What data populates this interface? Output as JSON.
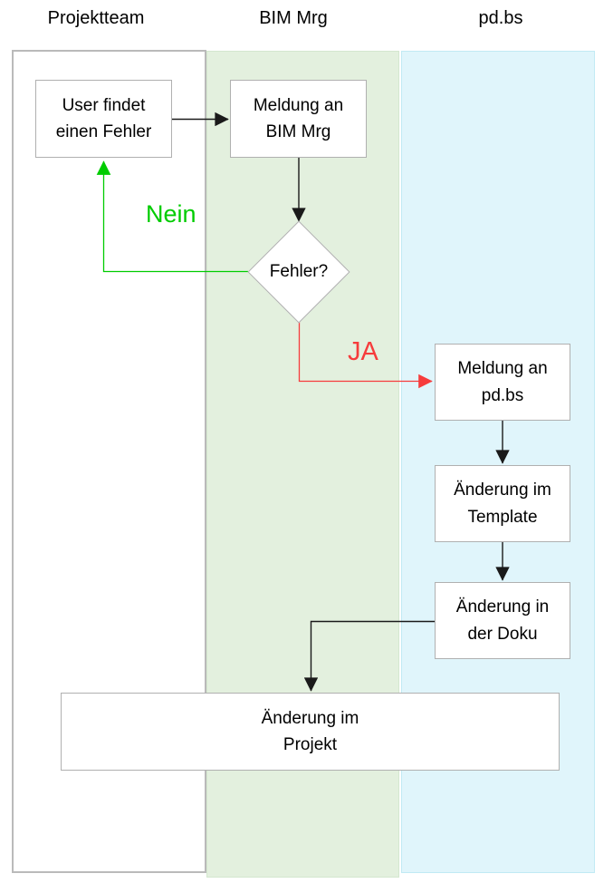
{
  "diagram": {
    "lanes": [
      {
        "label": "Projektteam",
        "fill": "#ffffff"
      },
      {
        "label": "BIM Mrg",
        "fill": "#e3f0de"
      },
      {
        "label": "pd.bs",
        "fill": "#e0f5fb"
      }
    ],
    "nodes": {
      "user_findet": {
        "label": "User findet\neinen Fehler",
        "type": "process",
        "lane": "Projektteam"
      },
      "meldung_bim": {
        "label": "Meldung an\nBIM Mrg",
        "type": "process",
        "lane": "BIM Mrg"
      },
      "fehler": {
        "label": "Fehler?",
        "type": "decision",
        "lane": "BIM Mrg"
      },
      "meldung_pdbs": {
        "label": "Meldung an\npd.bs",
        "type": "process",
        "lane": "pd.bs"
      },
      "aenderung_template": {
        "label": "Änderung im\nTemplate",
        "type": "process",
        "lane": "pd.bs"
      },
      "aenderung_doku": {
        "label": "Änderung in\nder Doku",
        "type": "process",
        "lane": "pd.bs"
      },
      "aenderung_projekt": {
        "label": "Änderung im\nProjekt",
        "type": "process",
        "lane": "all"
      }
    },
    "edges": [
      {
        "from": "user_findet",
        "to": "meldung_bim",
        "label": "",
        "color": "#1a1a1a"
      },
      {
        "from": "meldung_bim",
        "to": "fehler",
        "label": "",
        "color": "#1a1a1a"
      },
      {
        "from": "fehler",
        "to": "user_findet",
        "label": "Nein",
        "color": "#00cc00"
      },
      {
        "from": "fehler",
        "to": "meldung_pdbs",
        "label": "JA",
        "color": "#f63c3c"
      },
      {
        "from": "meldung_pdbs",
        "to": "aenderung_template",
        "label": "",
        "color": "#1a1a1a"
      },
      {
        "from": "aenderung_template",
        "to": "aenderung_doku",
        "label": "",
        "color": "#1a1a1a"
      },
      {
        "from": "aenderung_doku",
        "to": "aenderung_projekt",
        "label": "",
        "color": "#1a1a1a"
      }
    ],
    "colors": {
      "connector": "#1a1a1a",
      "no_branch": "#00cc00",
      "yes_branch": "#f63c3c",
      "box_border": "#b0b0b0",
      "box_fill": "#ffffff"
    }
  }
}
